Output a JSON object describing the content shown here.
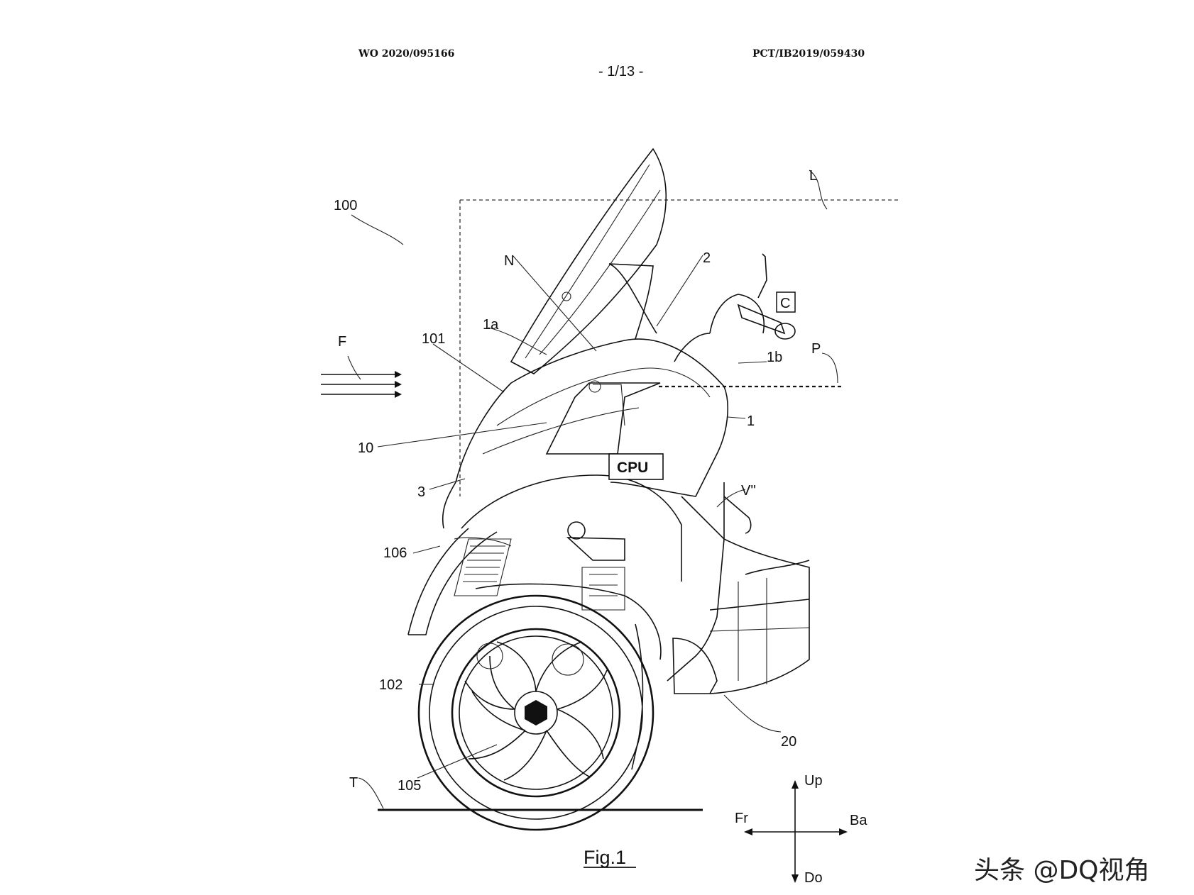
{
  "header": {
    "publication_number": "WO 2020/095166",
    "application_number": "PCT/IB2019/059430",
    "sheet": "- 1/13 -"
  },
  "figure": {
    "caption": "Fig.1",
    "labels": {
      "vehicle": "100",
      "L": "L",
      "N": "N",
      "two": "2",
      "C": "C",
      "one_a": "1a",
      "one_b": "1b",
      "P": "P",
      "F": "F",
      "one_zero_one": "101",
      "one": "1",
      "ten": "10",
      "cpu": "CPU",
      "three": "3",
      "v_double": "V''",
      "one_zero_six": "106",
      "one_zero_two": "102",
      "twenty": "20",
      "one_zero_five": "105",
      "T": "T"
    },
    "axes": {
      "up": "Up",
      "down": "Do",
      "front": "Fr",
      "back": "Ba"
    }
  },
  "watermark": "头条 @DQ视角"
}
